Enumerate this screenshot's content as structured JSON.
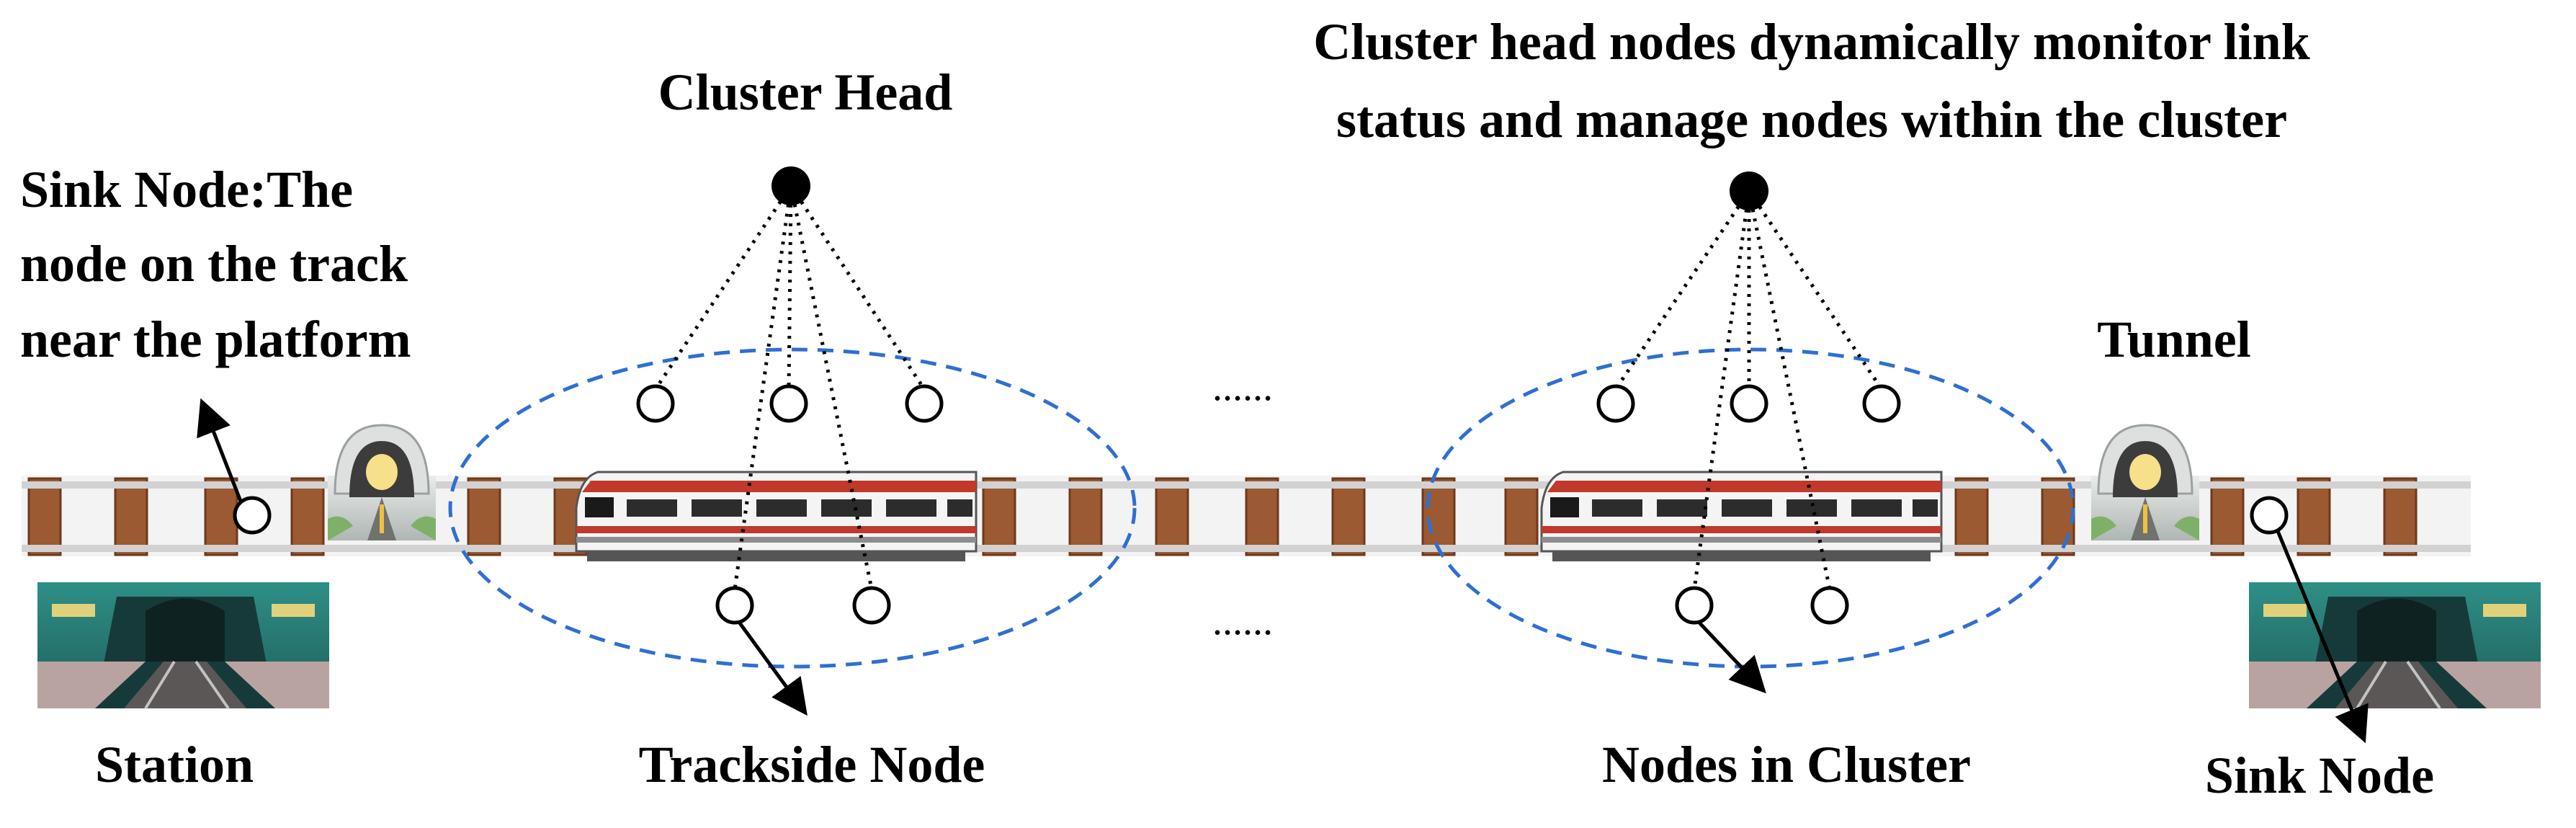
{
  "labels": {
    "cluster_head": "Cluster Head",
    "cluster_desc_line1": "Cluster head nodes dynamically monitor link",
    "cluster_desc_line2": "status and manage nodes within the cluster",
    "sink_desc_line1": "Sink Node:The",
    "sink_desc_line2": "node on the track",
    "sink_desc_line3": "near the platform",
    "tunnel": "Tunnel",
    "station": "Station",
    "trackside_node": "Trackside Node",
    "nodes_in_cluster": "Nodes in Cluster",
    "sink_node": "Sink Node",
    "ellipsis_top": "......",
    "ellipsis_bottom": "......"
  },
  "colors": {
    "sleeper": "#9b5a32",
    "sleeper_dark": "#6e3a1c",
    "rail": "#cfcfcf",
    "cluster_boundary": "#2f6fd0",
    "train_body": "#f2f2f2",
    "train_stripe": "#c0392b",
    "train_window": "#1a1a1a"
  }
}
